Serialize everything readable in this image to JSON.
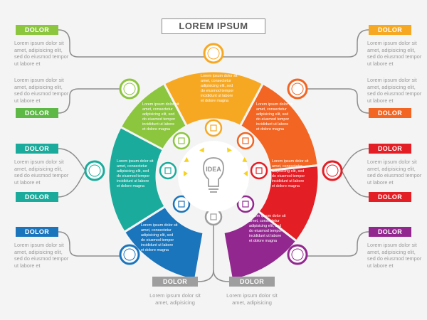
{
  "title": "LOREM IPSUM",
  "dolor": "DOLOR",
  "body_text_side": "Lorem ipsum dolor sit amet, adipisicing elit, sed do eiusmod tempor ut labore et",
  "body_text_segment": "Lorem ipsum dolor sit amet, consectetur adipisicing elit, sed do eiusmod tempor incididunt ut labore et dolore magna",
  "bottom_text": "Lorem ipsum dolor sit amet, adipisicing",
  "idea": "IDEA",
  "colors": {
    "lime": "#8cc63f",
    "yellow": "#f7a823",
    "orange": "#f26522",
    "red": "#e31e25",
    "purple": "#92278f",
    "blue": "#1b75bc",
    "teal": "#1bab9c",
    "green": "#5db846",
    "gray": "#9e9e9e"
  },
  "segments": [
    {
      "id": "green",
      "color": "#8cc63f",
      "icon": "chart-up-icon"
    },
    {
      "id": "teal",
      "color": "#1bab9c",
      "icon": "graduation-cap-icon"
    },
    {
      "id": "blue",
      "color": "#1b75bc",
      "icon": "arrows-exchange-icon"
    },
    {
      "id": "yellow",
      "color": "#f7a823",
      "icon": "smartphone-icon"
    },
    {
      "id": "orange",
      "color": "#f26522",
      "icon": "briefcase-icon"
    },
    {
      "id": "red",
      "color": "#e31e25",
      "icon": "graduation-cap-icon"
    },
    {
      "id": "purple",
      "color": "#92278f",
      "icon": "bar-chart-icon"
    }
  ],
  "left_labels": [
    {
      "color": "#8cc63f"
    },
    {
      "color": "#5db846"
    },
    {
      "color": "#1bab9c"
    },
    {
      "color": "#1bab9c"
    },
    {
      "color": "#1b75bc"
    }
  ],
  "right_labels": [
    {
      "color": "#f7a823"
    },
    {
      "color": "#f26522"
    },
    {
      "color": "#e31e25"
    },
    {
      "color": "#e31e25"
    },
    {
      "color": "#92278f"
    }
  ],
  "bottom_labels": [
    {
      "color": "#9e9e9e"
    },
    {
      "color": "#9e9e9e"
    }
  ]
}
